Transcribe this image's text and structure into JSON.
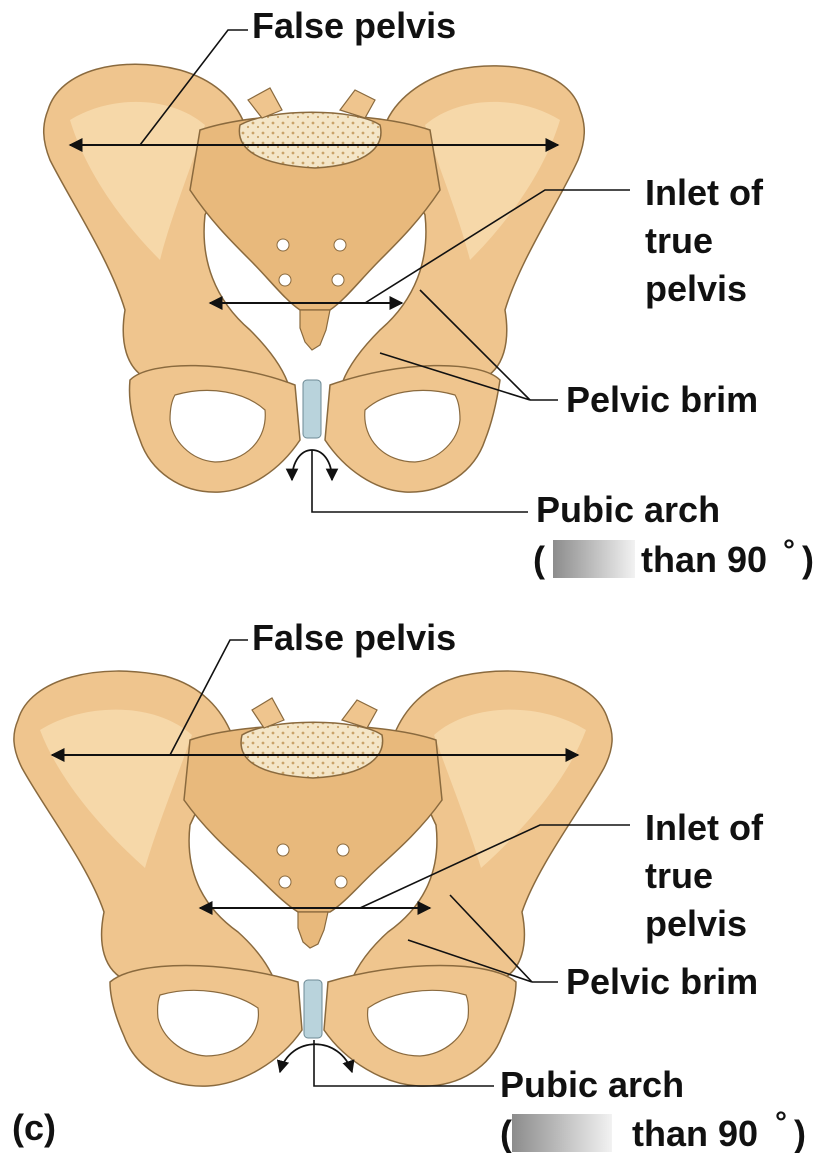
{
  "colors": {
    "bone_fill": "#efc58e",
    "bone_light": "#f7dcb0",
    "bone_shadow": "#c99a5e",
    "bone_outline": "#8a6a3e",
    "disc": "#b9d3dc",
    "leader": "#111111",
    "redaction": "#9a9a9a"
  },
  "top_figure": {
    "false_pelvis": "False pelvis",
    "inlet_line1": "Inlet of",
    "inlet_line2": "true",
    "inlet_line3": "pelvis",
    "pelvic_brim": "Pelvic brim",
    "pubic_arch": "Pubic arch",
    "angle_open": "(",
    "angle_text": "than 90",
    "angle_degree": "°",
    "angle_close": ")"
  },
  "bottom_figure": {
    "false_pelvis": "False pelvis",
    "inlet_line1": "Inlet of",
    "inlet_line2": "true",
    "inlet_line3": "pelvis",
    "pelvic_brim": "Pelvic brim",
    "pubic_arch": "Pubic arch",
    "angle_open": "(",
    "angle_text": "than 90",
    "angle_degree": "°",
    "angle_close": ")",
    "panel_label": "(c)"
  }
}
